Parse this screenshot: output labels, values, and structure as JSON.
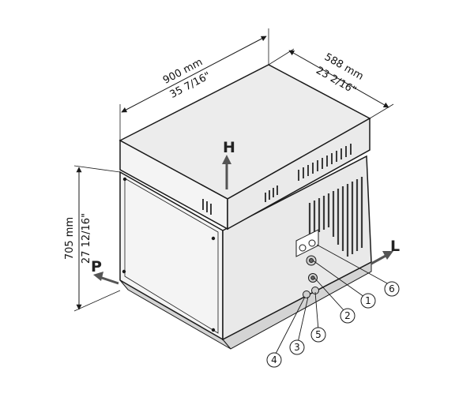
{
  "dimensions": {
    "width_mm": "900 mm",
    "width_in": "35 7/16\"",
    "depth_mm": "588 mm",
    "depth_in": "23 2/16\"",
    "height_mm": "705 mm",
    "height_in": "27 12/16\""
  },
  "axes": {
    "height": "H",
    "length": "L",
    "depth": "P"
  },
  "callouts": [
    "1",
    "2",
    "3",
    "4",
    "5",
    "6"
  ],
  "colors": {
    "line": "#1a1a1a",
    "side_face": "#f4f4f4",
    "back_face": "#e9e9e9",
    "top_face": "#ececec",
    "shadow": "#d4d4d4",
    "grille": "#3a3a3a",
    "arrow": "#555555"
  }
}
